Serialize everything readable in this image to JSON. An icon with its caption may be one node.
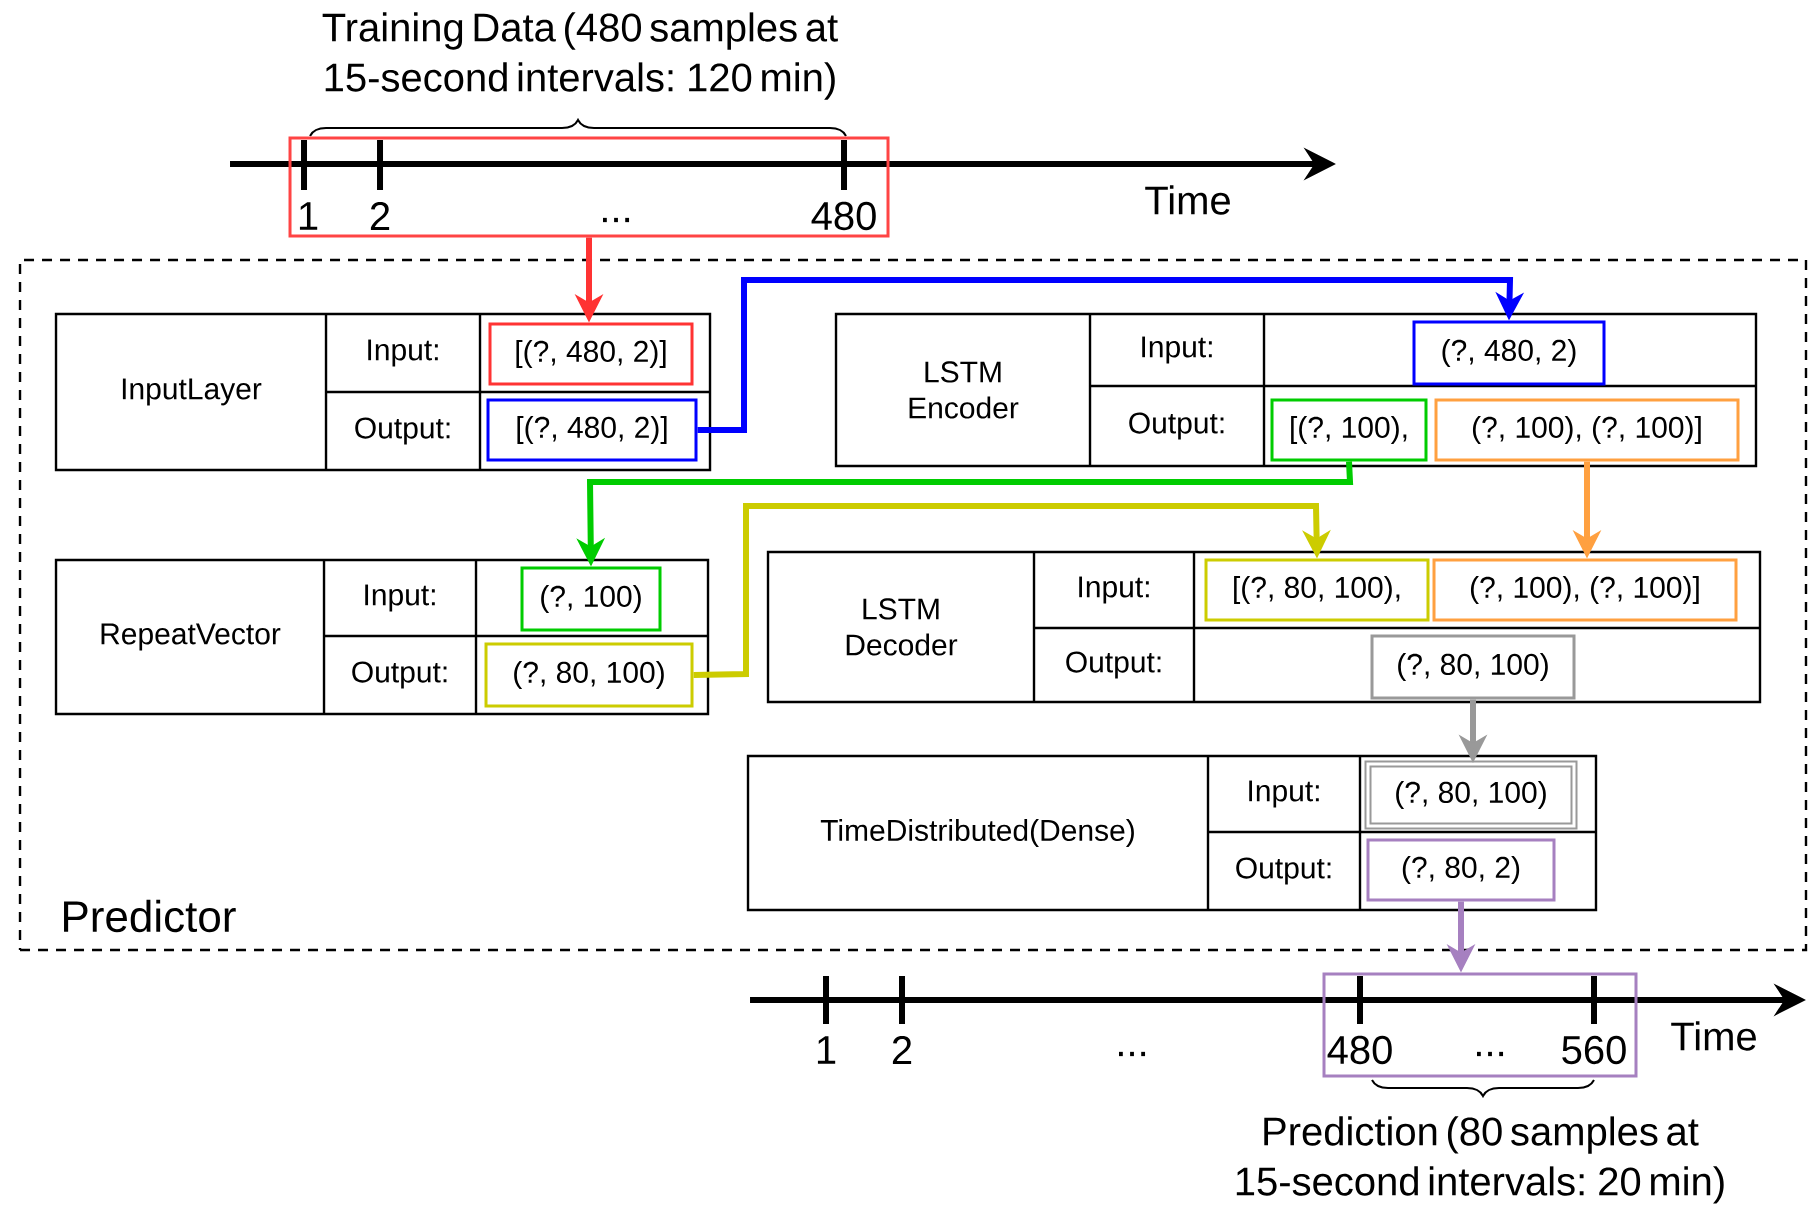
{
  "diagram": {
    "nodes": [
      {
        "text": [],
        "shape": "box"
      },
      {
        "text": [
          "Predictor"
        ]
      },
      {
        "text": [
          "InputLayer",
          "Input:",
          "Output:"
        ],
        "in": 1
      },
      {
        "text": [
          "[(?, 480, 2)]"
        ],
        "in": 2
      },
      {
        "text": [
          "[(?, 480, 2)]"
        ],
        "in": 2
      },
      {
        "text": [
          "LSTM Encoder",
          "Input:",
          "Output:"
        ],
        "in": 1
      },
      {
        "text": [
          "(?, 480, 2)"
        ],
        "in": 5
      },
      {
        "text": [
          "[(?, 100),"
        ],
        "in": 5
      },
      {
        "text": [
          "(?, 100), (?, 100)]"
        ],
        "in": 5
      },
      {
        "text": [
          "RepeatVector",
          "Input:",
          "Output:"
        ],
        "in": 1
      },
      {
        "text": [
          "(?, 100)"
        ],
        "in": 9
      },
      {
        "text": [
          "(?, 80, 100)"
        ],
        "in": 9
      },
      {
        "text": [
          "LSTM Decoder",
          "Input:",
          "Output:"
        ],
        "in": 1
      },
      {
        "text": [
          "[(?, 80, 100),"
        ],
        "in": 12
      },
      {
        "text": [
          "(?, 100), (?, 100)]"
        ],
        "in": 12
      },
      {
        "text": [
          "(?, 80, 100)"
        ],
        "in": 12
      },
      {
        "text": [
          "TimeDistributed(Dense)",
          "Input:",
          "Output:"
        ],
        "in": 1
      },
      {
        "text": [
          "(?, 80, 100)"
        ],
        "in": 16
      },
      {
        "text": [
          "(?, 80, 2)"
        ],
        "in": 16
      },
      {
        "text": [],
        "shape": "box"
      }
    ],
    "edges": [
      {
        "from": 0,
        "to": 3,
        "arrow": "to",
        "color": "#ff3333"
      },
      {
        "from": 4,
        "to": 6,
        "arrow": "to",
        "color": "#0000ff"
      },
      {
        "from": 7,
        "to": 10,
        "arrow": "to",
        "color": "#00cc00"
      },
      {
        "from": 11,
        "to": 13,
        "arrow": "to",
        "color": "#cccc00"
      },
      {
        "from": 8,
        "to": 14,
        "arrow": "to",
        "color": "#ffa040"
      },
      {
        "from": 15,
        "to": 17,
        "arrow": "to",
        "color": "#999999"
      },
      {
        "from": 18,
        "to": 19,
        "arrow": "to",
        "color": "#a680c0"
      }
    ],
    "labels": [
      "Training Data (480 samples at 15-second intervals: 120 min)",
      "1",
      "2",
      "...",
      "480",
      "Time",
      "1",
      "2",
      "...",
      "480",
      "...",
      "560",
      "Time",
      "Prediction (80 samples at 15-second intervals: 20 min)"
    ]
  }
}
